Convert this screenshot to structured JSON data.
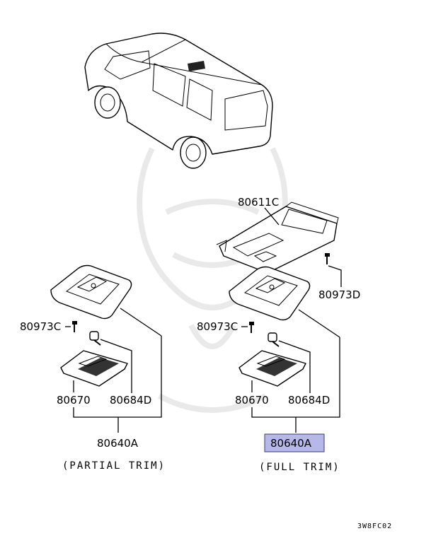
{
  "diagram": {
    "labels": {
      "headliner_reinforcement": "80611C",
      "screw_right": "80973D",
      "screw_left_a": "80973C",
      "screw_left_b": "80973C",
      "bulb_left": "80670",
      "lens_left": "80684D",
      "lamp_left": "80640A",
      "bulb_right": "80670",
      "lens_right": "80684D",
      "lamp_right": "80640A"
    },
    "captions": {
      "partial": "(PARTIAL TRIM)",
      "full": "(FULL TRIM)"
    },
    "code": "3W8FC02",
    "highlight_color": "#b8b8e8"
  }
}
